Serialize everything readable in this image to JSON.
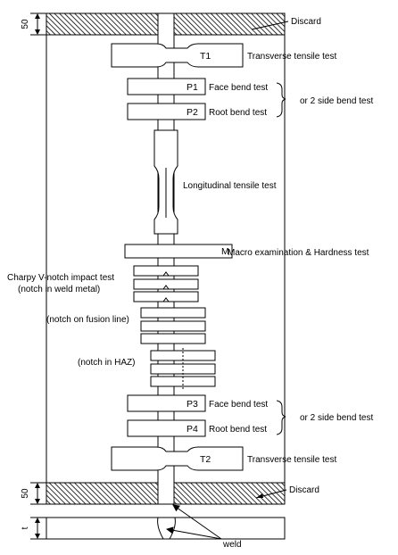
{
  "dimensions": {
    "top_discard": "50",
    "bottom_discard": "50",
    "thickness": "t"
  },
  "labels": {
    "discard_top": "Discard",
    "discard_bottom": "Discard",
    "t1_code": "T1",
    "t1_label": "Transverse tensile test",
    "p1_code": "P1",
    "p1_label": "Face bend test",
    "p2_code": "P2",
    "p2_label": "Root bend test",
    "side_bend_top": "or 2 side bend test",
    "longitudinal": "Longitudinal tensile test",
    "m_code": "M",
    "macro": "Macro examination & Hardness test",
    "charpy_line1": "Charpy V-notch impact test",
    "charpy_line2": "(notch in weld metal)",
    "fusion": "(notch on fusion line)",
    "haz": "(notch in HAZ)",
    "p3_code": "P3",
    "p3_label": "Face bend test",
    "p4_code": "P4",
    "p4_label": "Root bend test",
    "side_bend_bottom": "or 2 side bend test",
    "t2_code": "T2",
    "t2_label": "Transverse tensile test",
    "weld": "weld"
  }
}
